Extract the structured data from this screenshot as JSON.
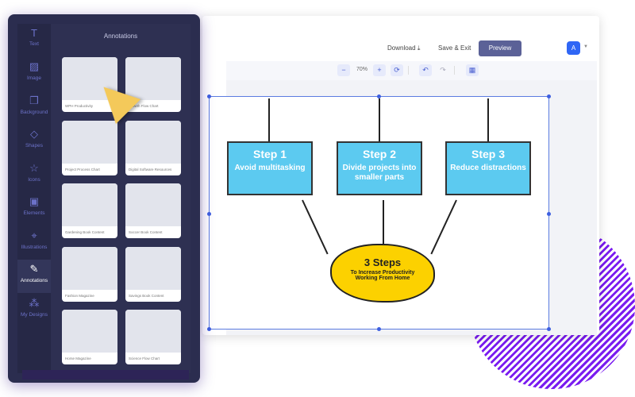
{
  "topbar": {
    "download": "Download",
    "save_exit": "Save & Exit",
    "preview": "Preview",
    "avatar": "A"
  },
  "toolbar": {
    "zoom_out": "−",
    "zoom": "70%",
    "zoom_in": "+"
  },
  "panel": {
    "title": "Annotations",
    "nav": [
      {
        "label": "Text",
        "icon": "T"
      },
      {
        "label": "Image",
        "icon": "▨"
      },
      {
        "label": "Background",
        "icon": "❐"
      },
      {
        "label": "Shapes",
        "icon": "◇"
      },
      {
        "label": "Icons",
        "icon": "☆"
      },
      {
        "label": "Elements",
        "icon": "▣"
      },
      {
        "label": "Illustrations",
        "icon": "⌖"
      },
      {
        "label": "Annotations",
        "icon": "✎"
      },
      {
        "label": "My Designs",
        "icon": "⁂"
      }
    ],
    "templates": [
      "WPH Productivity",
      "Growth Flow Chart",
      "Project Process Chart",
      "Digital Software Resources",
      "Gardening Book Content",
      "Soccer Book Content",
      "Fashion Magazine",
      "Savings Book Content",
      "Horse Magazine",
      "Science Flow Chart"
    ]
  },
  "canvas": {
    "steps": [
      {
        "title": "Step 1",
        "text": "Avoid multitasking"
      },
      {
        "title": "Step 2",
        "text": "Divide projects into smaller parts"
      },
      {
        "title": "Step 3",
        "text": "Reduce distractions"
      }
    ],
    "center_title": "3 Steps",
    "center_text": "To Increase Productivity Working From Home"
  }
}
